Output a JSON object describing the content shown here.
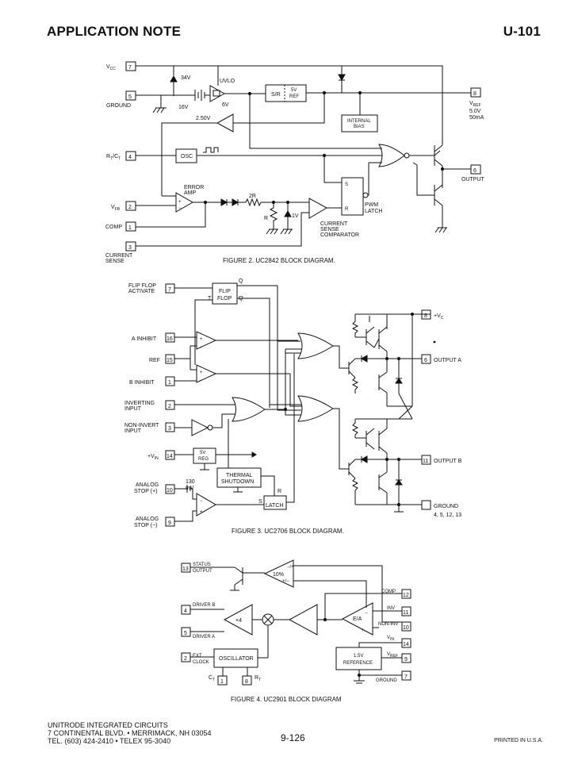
{
  "header": {
    "left": "APPLICATION NOTE",
    "right": "U-101"
  },
  "fig2": {
    "caption": "FIGURE 2. UC2842 BLOCK DIAGRAM.",
    "pins": {
      "vcc": {
        "label": "V",
        "sub": "CC",
        "num": "7"
      },
      "ground": {
        "label": "GROUND",
        "num": "5"
      },
      "rtct": {
        "label": "R",
        "sub": "T",
        "tail": "/C",
        "sub2": "T",
        "num": "4"
      },
      "vfb": {
        "label": "V",
        "sub": "FB",
        "num": "2"
      },
      "comp": {
        "label": "COMP",
        "num": "1"
      },
      "cs": {
        "label": "CURRENT",
        "label2": "SENSE",
        "num": "3"
      },
      "vref": {
        "label": "V",
        "sub": "REF",
        "val1": "5.0V",
        "val2": "50mA",
        "num": "8"
      },
      "output": {
        "label": "OUTPUT",
        "num": "6"
      }
    },
    "labels": {
      "zener": "34V",
      "uvlo": "UVLO",
      "uvlo_v": "6V",
      "bat": "16V",
      "sr": "S/R",
      "ref5v": "5V",
      "ref": "REF",
      "ibias1": "INTERNAL",
      "ibias2": "BIAS",
      "v250": "2.50V",
      "osc": "OSC",
      "ea1": "ERROR",
      "ea2": "AMP",
      "r2": "2R",
      "r": "R",
      "v1": "1V",
      "cs1": "CURRENT",
      "cs2": "SENSE",
      "cs3": "COMPARATOR",
      "latch_s": "S",
      "latch_r": "R",
      "pwm1": "PWM",
      "pwm2": "LATCH"
    }
  },
  "fig3": {
    "caption": "FIGURE 3. UC2706 BLOCK DIAGRAM.",
    "pins": {
      "ffa": {
        "l1": "FLIP FLOP",
        "l2": "ACTIVATE",
        "num": "7"
      },
      "ainh": {
        "l1": "A INHIBIT",
        "num": "16"
      },
      "ref": {
        "l1": "REF",
        "num": "15"
      },
      "binh": {
        "l1": "B INHIBIT",
        "num": "1"
      },
      "inv": {
        "l1": "INVERTING",
        "l2": "INPUT",
        "num": "2"
      },
      "ninv": {
        "l1": "NON-INVERT",
        "l2": "INPUT",
        "num": "3"
      },
      "vin": {
        "l1": "+V",
        "sub": "IN",
        "num": "14"
      },
      "astop_p": {
        "l1": "ANALOG",
        "l2": "STOP (+)",
        "num": "10"
      },
      "astop_m": {
        "l1": "ANALOG",
        "l2": "STOP (−)",
        "num": "9"
      },
      "vc": {
        "l1": "+V",
        "sub": "C",
        "num": "8"
      },
      "outa": {
        "l1": "OUTPUT  A",
        "num": "6"
      },
      "outb": {
        "l1": "OUTPUT  B",
        "num": "11"
      },
      "gnd": {
        "l1": "GROUND",
        "l2": "4, 5, 12, 13"
      }
    },
    "labels": {
      "ff1": "FLIP",
      "ff2": "FLOP",
      "q": "Q",
      "qb": "Q",
      "t": "T",
      "reg1": "5V",
      "reg2": "REG",
      "th1": "THERMAL",
      "th2": "SHUTDOWN",
      "latch": "LATCH",
      "s": "S",
      "r": "R",
      "mv1": "130",
      "mv2": "mV"
    }
  },
  "fig4": {
    "caption": "FIGURE 4. UC2901 BLOCK DIAGRAM",
    "pins": {
      "status": {
        "l1": "STATUS",
        "l2": "OUTPUT",
        "num": "13"
      },
      "drvb": {
        "l1": "DRIVER B",
        "num": "4"
      },
      "drva": {
        "l1": "DRIVER A",
        "num": "5"
      },
      "ext": {
        "l1": "EXT",
        "l2": "CLOCK",
        "num": "2"
      },
      "ct": {
        "l1": "C",
        "sub": "T",
        "num": "1"
      },
      "rt": {
        "l1": "R",
        "sub": "T",
        "num": "8"
      },
      "comp": {
        "l1": "COMP",
        "num": "12"
      },
      "inv": {
        "l1": "INV",
        "num": "11"
      },
      "ninv": {
        "l1": "NON-INV",
        "num": "10"
      },
      "vin": {
        "l1": "V",
        "sub": "IN",
        "num": "14"
      },
      "vref": {
        "l1": "V",
        "sub": "REF",
        "num": "9"
      },
      "gnd": {
        "l1": "GROUND",
        "num": "7"
      }
    },
    "labels": {
      "pct": "10%",
      "x4": "×4",
      "ea": "E/A",
      "osc": "OSCILLATOR",
      "ref1": "1.5V",
      "ref2": "REFERENCE"
    }
  },
  "footer": {
    "l1": "UNITRODE INTEGRATED CIRCUITS",
    "l2": "7 CONTINENTAL BLVD. • MERRIMACK, NH 03054",
    "l3": "TEL. (603) 424-2410 • TELEX 95-3040",
    "page": "9-126",
    "printed": "PRINTED IN U.S.A."
  }
}
